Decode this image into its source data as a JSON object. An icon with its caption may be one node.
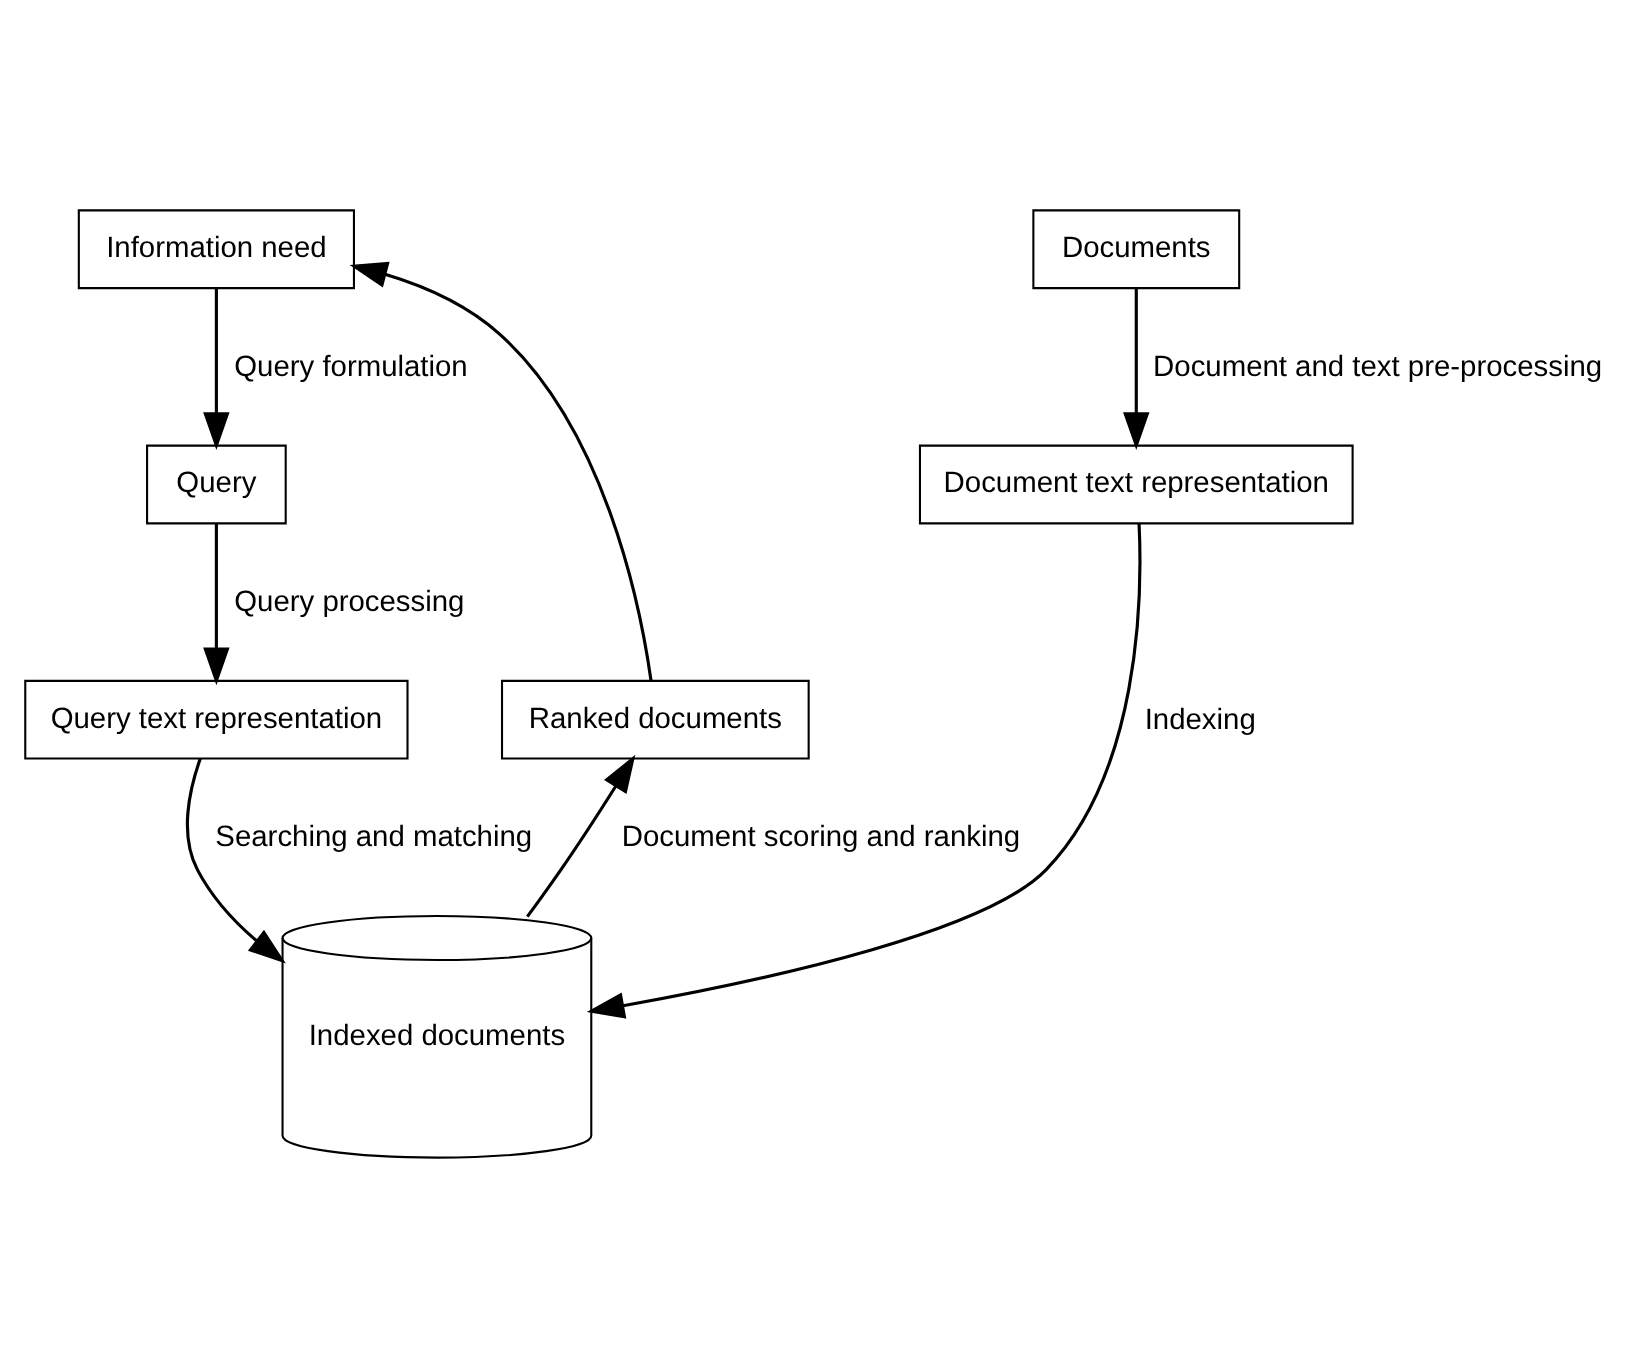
{
  "diagram": {
    "nodes": [
      {
        "text": [
          "Information need"
        ]
      },
      {
        "text": [
          "Documents"
        ]
      },
      {
        "text": [
          "Query"
        ]
      },
      {
        "text": [
          "Document text representation"
        ]
      },
      {
        "text": [
          "Ranked documents"
        ]
      },
      {
        "text": [
          "Query text representation"
        ]
      },
      {
        "text": [
          "Indexed documents"
        ]
      }
    ],
    "edges": [
      {
        "from": 0,
        "to": 2,
        "arrow": "to",
        "label": "Query formulation"
      },
      {
        "from": 2,
        "to": 5,
        "arrow": "to",
        "label": "Query processing"
      },
      {
        "from": 5,
        "to": 6,
        "arrow": "to",
        "label": "Searching and matching"
      },
      {
        "from": 1,
        "to": 3,
        "arrow": "to",
        "label": "Document and text pre-processing"
      },
      {
        "from": 3,
        "to": 6,
        "arrow": "to",
        "label": "Indexing"
      },
      {
        "from": 6,
        "to": 4,
        "arrow": "to",
        "label": "Document scoring and ranking"
      },
      {
        "from": 4,
        "to": 0,
        "arrow": "to"
      }
    ]
  }
}
